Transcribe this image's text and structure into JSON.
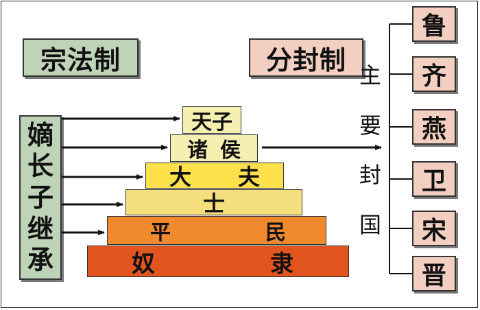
{
  "left_title": "宗法制",
  "right_title": "分封制",
  "inheritance_chars": [
    "嫡",
    "长",
    "子",
    "继",
    "承"
  ],
  "hierarchy": [
    {
      "chars": [
        "天子"
      ]
    },
    {
      "chars": [
        "诸",
        "侯"
      ]
    },
    {
      "chars": [
        "大",
        "夫"
      ]
    },
    {
      "chars": [
        "士"
      ]
    },
    {
      "chars": [
        "平",
        "民"
      ]
    },
    {
      "chars": [
        "奴",
        "隶"
      ]
    }
  ],
  "main_fiefs_chars": [
    "主",
    "要",
    "封",
    "国"
  ],
  "states": [
    "鲁",
    "齐",
    "燕",
    "卫",
    "宋",
    "晋"
  ],
  "colors": {
    "green_box": "#bfd3b8",
    "pink_box": "#f3cfc2",
    "light_yellow": "#f6efb2",
    "yellow": "#fde04a",
    "pale_yellow": "#f5de7c",
    "orange": "#f0892e",
    "red_orange": "#e1561f"
  }
}
